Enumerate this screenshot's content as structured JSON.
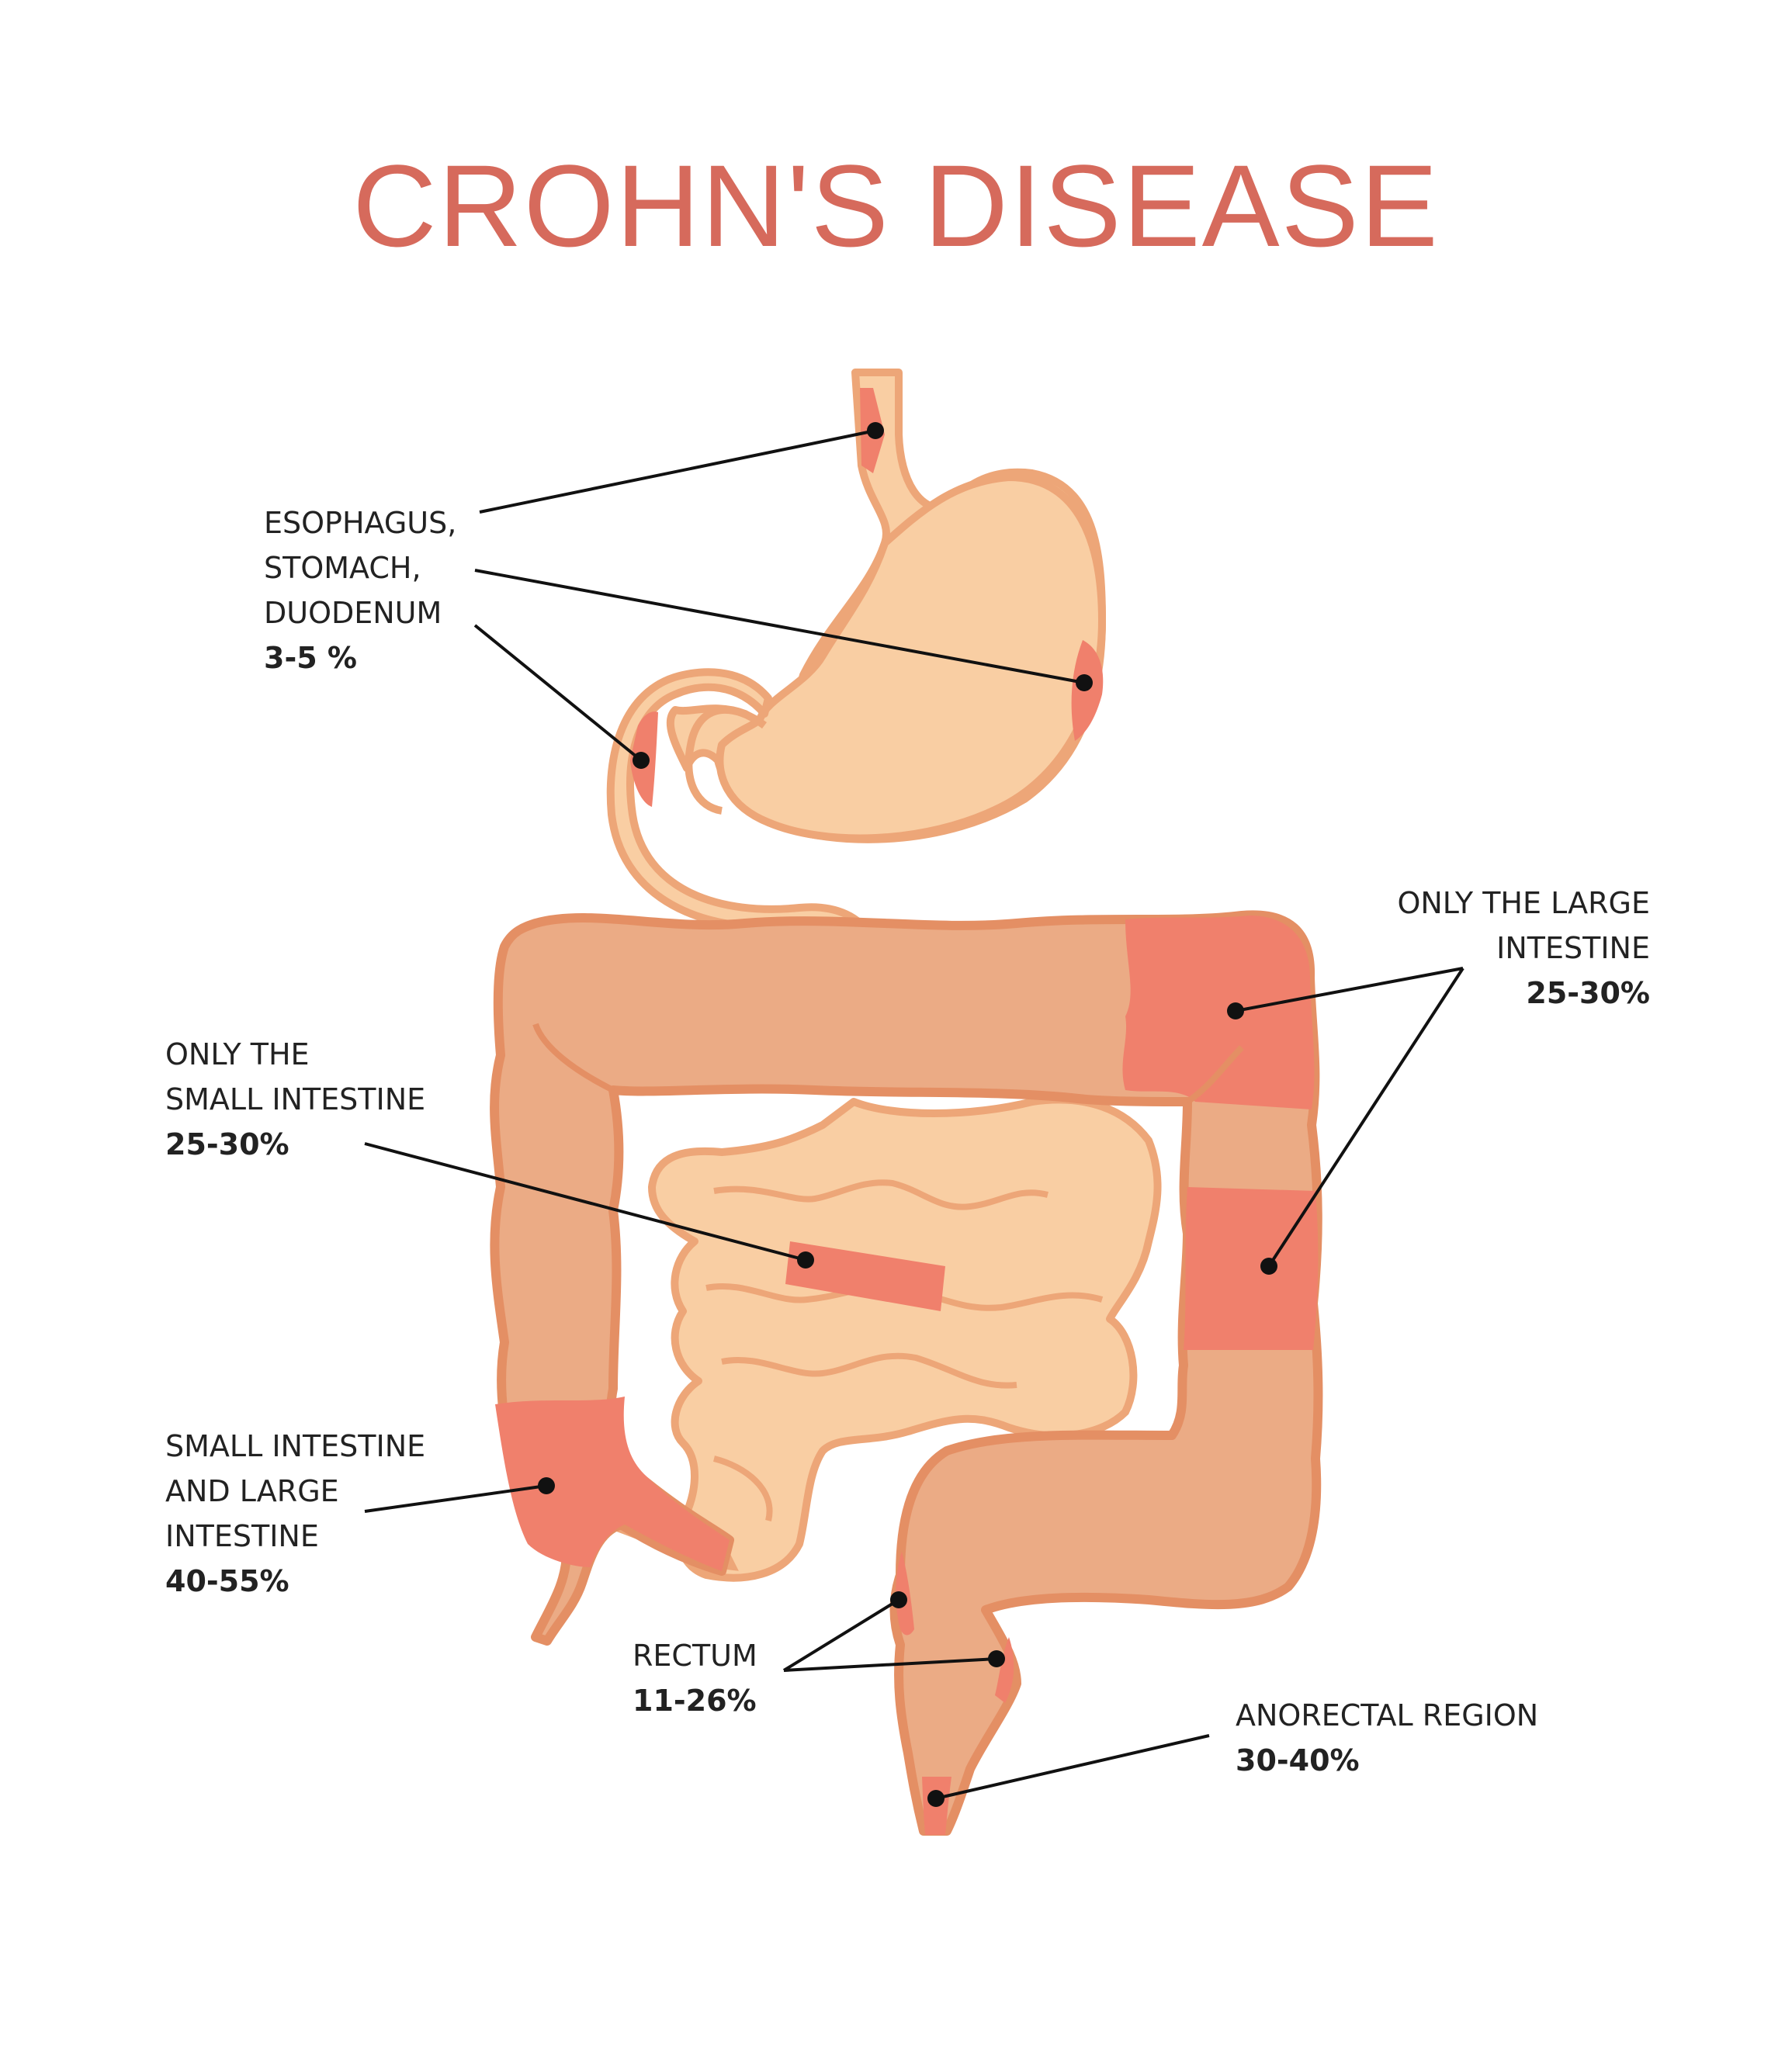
{
  "title": "CROHN'S DISEASE",
  "colors": {
    "title": "#d66a5c",
    "organ_fill": "#f9cea3",
    "organ_outline": "#eda678",
    "colon_fill": "#ebab85",
    "colon_outline": "#e48f64",
    "inflamed": "#f0806c",
    "inflamed_dark": "#d9665a",
    "leader_line": "#111111"
  },
  "labels": {
    "upper_gi": {
      "lines": [
        "ESOPHAGUS,",
        "STOMACH,",
        "DUODENUM"
      ],
      "pct": "3-5 %"
    },
    "small_intestine": {
      "lines": [
        "ONLY THE",
        "SMALL INTESTINE"
      ],
      "pct": "25-30%"
    },
    "small_and_large": {
      "lines": [
        "SMALL INTESTINE",
        "AND LARGE",
        "INTESTINE"
      ],
      "pct": "40-55%"
    },
    "large_intestine": {
      "lines": [
        "ONLY THE LARGE",
        "INTESTINE"
      ],
      "pct": "25-30%"
    },
    "rectum": {
      "lines": [
        "RECTUM"
      ],
      "pct": "11-26%"
    },
    "anorectal": {
      "lines": [
        "ANORECTAL REGION"
      ],
      "pct": "30-40%"
    }
  }
}
